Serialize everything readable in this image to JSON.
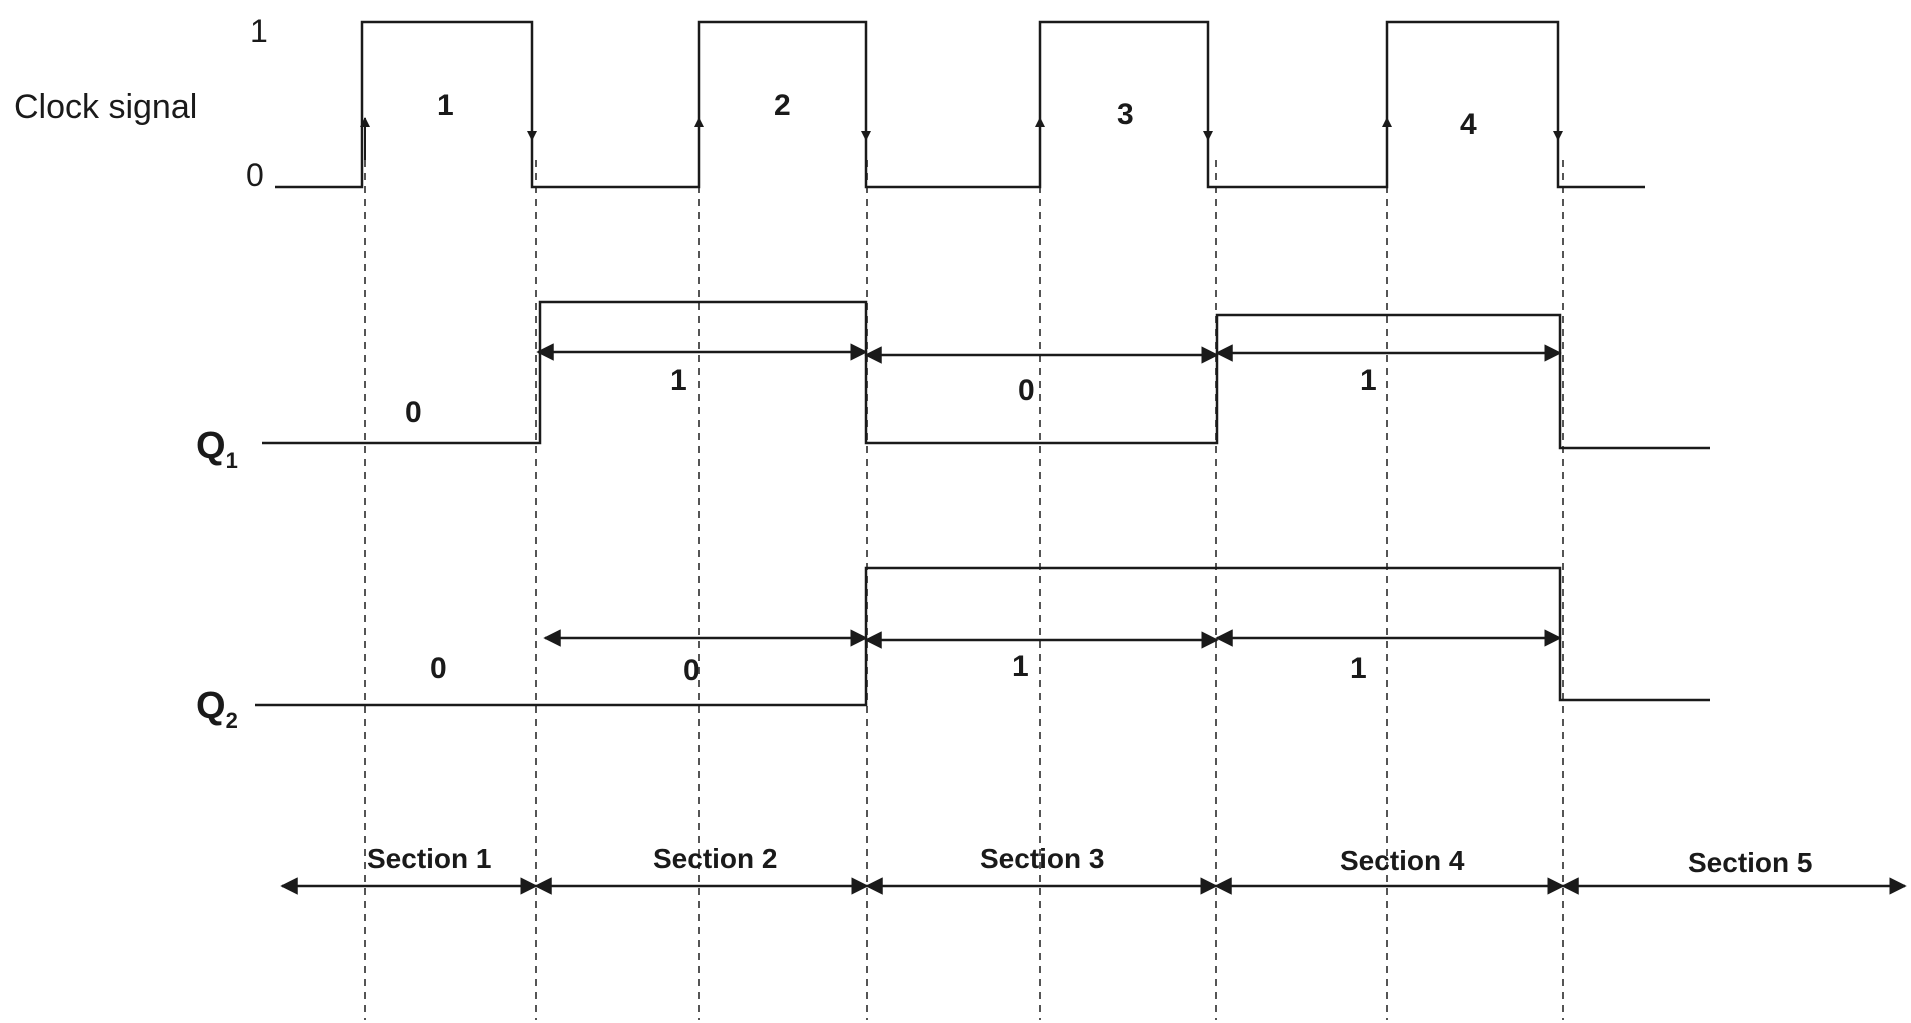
{
  "clock": {
    "label": "Clock signal",
    "high_level": "1",
    "low_level": "0",
    "pulses": [
      "1",
      "2",
      "3",
      "4"
    ]
  },
  "q1": {
    "label": "Q",
    "subscript": "1",
    "states": [
      "0",
      "1",
      "0",
      "1"
    ]
  },
  "q2": {
    "label": "Q",
    "subscript": "2",
    "states": [
      "0",
      "0",
      "1",
      "1"
    ]
  },
  "sections": [
    "Section 1",
    "Section 2",
    "Section 3",
    "Section 4",
    "Section 5"
  ],
  "colors": {
    "ink": "#1a1a1a",
    "dashed": "#555555"
  }
}
